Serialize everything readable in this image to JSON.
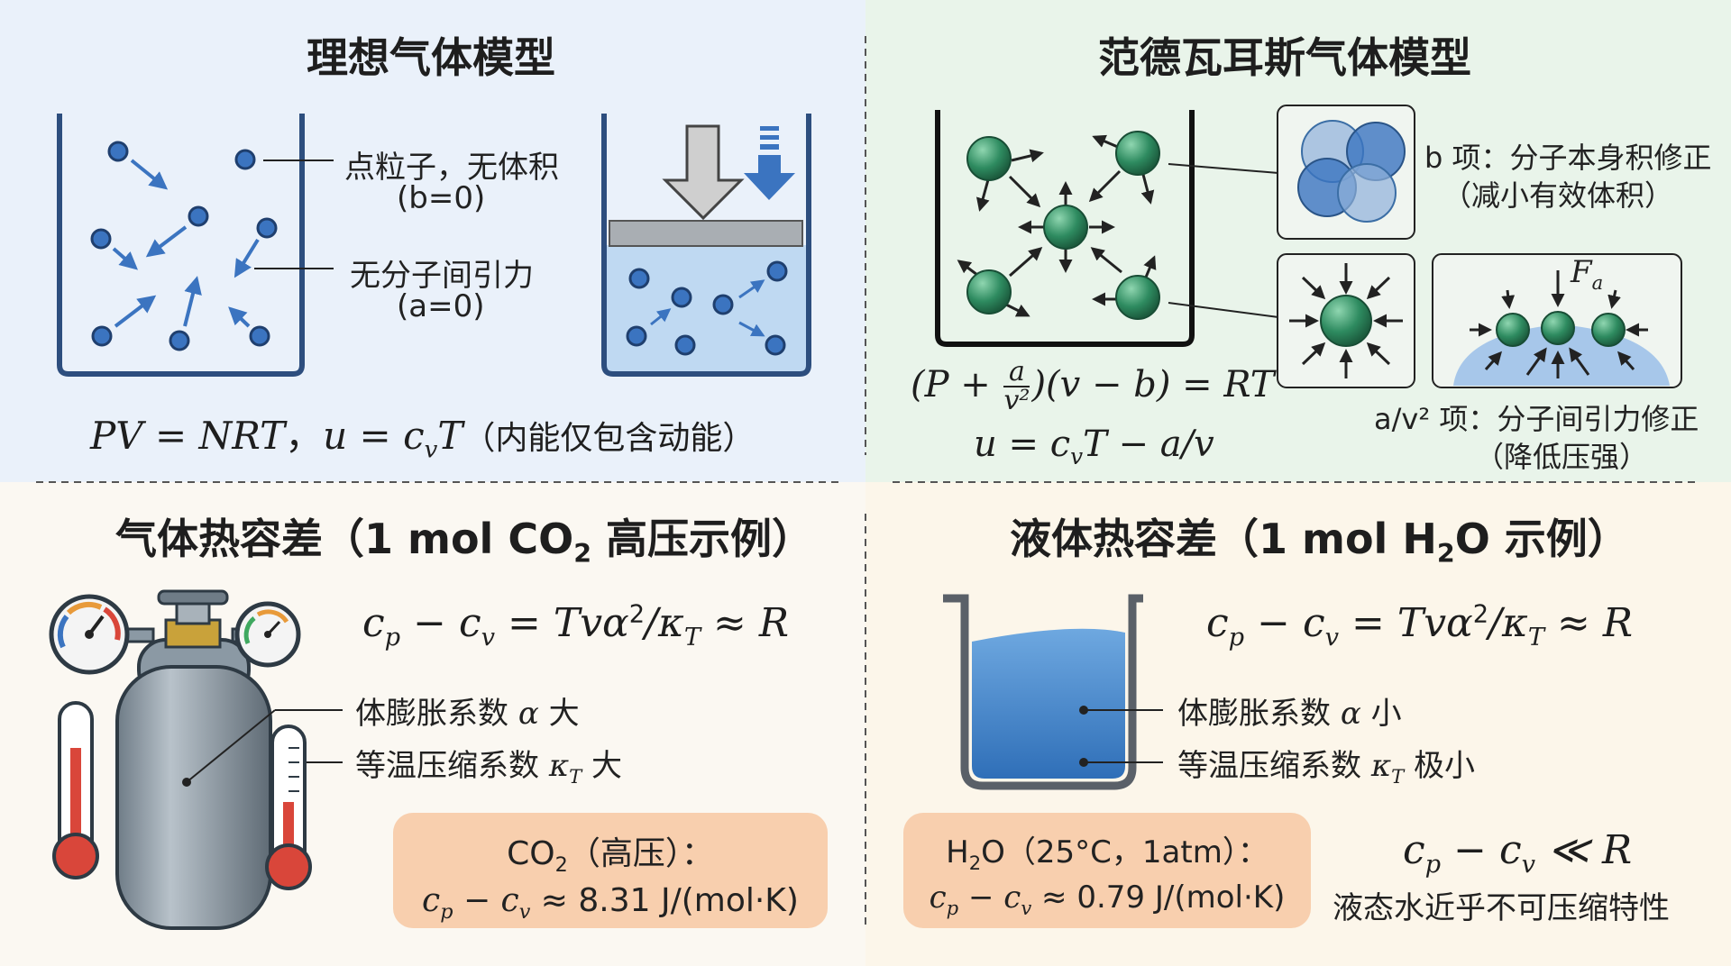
{
  "colors": {
    "bg_ideal": "#EAF1FA",
    "bg_vdw": "#E9F4EA",
    "bg_gas": "#FBF8F2",
    "bg_liquid": "#FCF6EA",
    "container": "#2D4E7E",
    "particle_blue": "#3B74C0",
    "particle_green": "#2E8B60",
    "water": "#9CC4EA",
    "box_orange": "#F8CFAE"
  },
  "ideal": {
    "title": "理想气体模型",
    "label_point_particle": "点粒子，无体积",
    "label_b": "(b=0)",
    "label_no_attraction": "无分子间引力",
    "label_a": "(a=0)",
    "equation_pv": "PV = NRT",
    "equation_sep": "，",
    "equation_u_lhs": "u = c",
    "equation_u_sub": "v",
    "equation_u_rhs": "T",
    "equation_note": "（内能仅包含动能）"
  },
  "vdw": {
    "title": "范德瓦耳斯气体模型",
    "b_term_label": "b 项：分子本身积修正",
    "b_term_sub": "（减小有效体积）",
    "force_label": "F",
    "force_sub": "a",
    "a_term_label": "a/v² 项：分子间引力修正",
    "a_term_sub": "（降低压强）",
    "eq_open": "(P +",
    "eq_frac_num": "a",
    "eq_frac_den": "v²",
    "eq_rest": ")(v − b) = RT",
    "eq2_lhs": "u = c",
    "eq2_sub": "v",
    "eq2_rhs": "T − a/v"
  },
  "gas": {
    "title_main": "气体热容差（1 mol CO",
    "title_sub": "2",
    "title_tail": " 高压示例）",
    "eq_cp": "c",
    "eq_cp_sub": "p",
    "eq_minus": " − c",
    "eq_cv_sub": "v",
    "eq_rhs": " = Tvα",
    "eq_sup": "2",
    "eq_kappa": "/κ",
    "eq_kappa_sub": "T",
    "eq_approx": " ≈ R",
    "label_alpha_pre": "体膨胀系数 ",
    "label_alpha_sym": "α",
    "label_alpha_post": " 大",
    "label_kappa_pre": "等温压缩系数 ",
    "label_kappa_sym": "κ",
    "label_kappa_sub": "T",
    "label_kappa_post": " 大",
    "box_line1_a": "CO",
    "box_line1_sub": "2",
    "box_line1_b": "（高压）：",
    "box_line2_math": "c",
    "box_line2_sub1": "p",
    "box_line2_mid": " − c",
    "box_line2_sub2": "v",
    "box_line2_val": " ≈ 8.31 J/(mol·K)"
  },
  "liquid": {
    "title_main": "液体热容差（1 mol H",
    "title_sub": "2",
    "title_tail": "O 示例）",
    "eq_cp": "c",
    "eq_cp_sub": "p",
    "eq_minus": " − c",
    "eq_cv_sub": "v",
    "eq_rhs": " = Tvα",
    "eq_sup": "2",
    "eq_kappa": "/κ",
    "eq_kappa_sub": "T",
    "eq_approx": " ≈ R",
    "label_alpha_pre": "体膨胀系数 ",
    "label_alpha_sym": "α",
    "label_alpha_post": " 小",
    "label_kappa_pre": "等温压缩系数 ",
    "label_kappa_sym": "κ",
    "label_kappa_sub": "T",
    "label_kappa_post": " 极小",
    "box_line1_a": "H",
    "box_line1_sub": "2",
    "box_line1_b": "O（25°C，1atm）：",
    "box_line2_math": "c",
    "box_line2_sub1": "p",
    "box_line2_mid": " − c",
    "box_line2_sub2": "v",
    "box_line2_val": " ≈ 0.79 J/(mol·K)",
    "rel_c": "c",
    "rel_sub1": "p",
    "rel_mid": " − c",
    "rel_sub2": "v",
    "rel_tail": " ≪ R",
    "rel_note": "液态水近乎不可压缩特性"
  }
}
